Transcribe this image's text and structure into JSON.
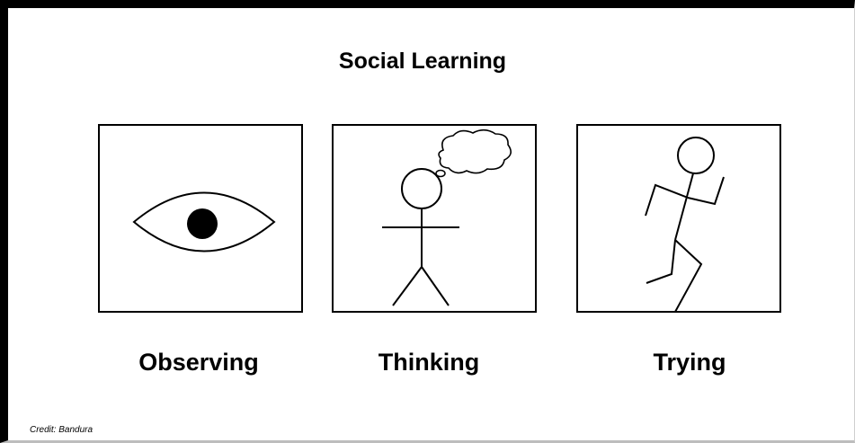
{
  "title": "Social Learning",
  "stages": [
    {
      "label": "Observing",
      "icon": "eye-icon"
    },
    {
      "label": "Thinking",
      "icon": "thinking-stick-figure-icon"
    },
    {
      "label": "Trying",
      "icon": "running-stick-figure-icon"
    }
  ],
  "credit": "Credit: Bandura"
}
